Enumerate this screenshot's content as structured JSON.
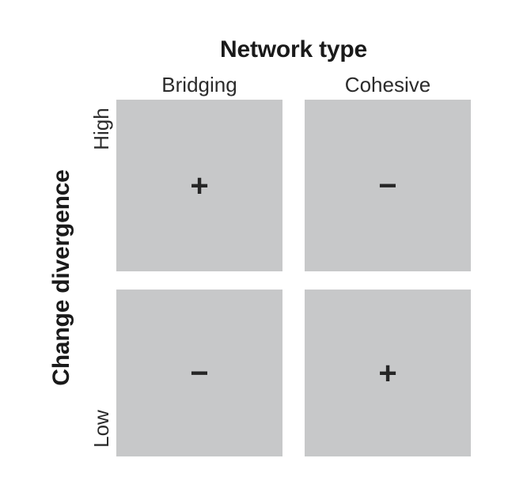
{
  "chart_data": {
    "type": "heatmap",
    "title": "",
    "xlabel": "Network type",
    "ylabel": "Change divergence",
    "categories_x": [
      "Bridging",
      "Cohesive"
    ],
    "categories_y": [
      "High",
      "Low"
    ],
    "grid": false,
    "legend": "none",
    "cell_fill_color": "#c7c8c9",
    "text_color": "#1a1a1a",
    "annotation_note": "2x2 conceptual matrix; each cell annotated with a + or − sign indicating predicted direction of effect",
    "cells": [
      {
        "row": "High",
        "column": "Bridging",
        "value": "+",
        "sign": "positive"
      },
      {
        "row": "High",
        "column": "Cohesive",
        "value": "−",
        "sign": "negative"
      },
      {
        "row": "Low",
        "column": "Bridging",
        "value": "−",
        "sign": "negative"
      },
      {
        "row": "Low",
        "column": "Cohesive",
        "value": "+",
        "sign": "positive"
      }
    ],
    "series": [
      {
        "name": "High",
        "values": [
          "+",
          "−"
        ]
      },
      {
        "name": "Low",
        "values": [
          "−",
          "+"
        ]
      }
    ]
  },
  "axes": {
    "x": {
      "group_title": "Network type",
      "ticks": [
        {
          "label": "Bridging"
        },
        {
          "label": "Cohesive"
        }
      ]
    },
    "y": {
      "group_title": "Change divergence",
      "ticks": [
        {
          "label": "High"
        },
        {
          "label": "Low"
        }
      ]
    }
  },
  "matrix": {
    "rows": [
      {
        "label": "High",
        "cells": [
          {
            "label": "+"
          },
          {
            "label": "−"
          }
        ]
      },
      {
        "label": "Low",
        "cells": [
          {
            "label": "−"
          },
          {
            "label": "+"
          }
        ]
      }
    ]
  }
}
